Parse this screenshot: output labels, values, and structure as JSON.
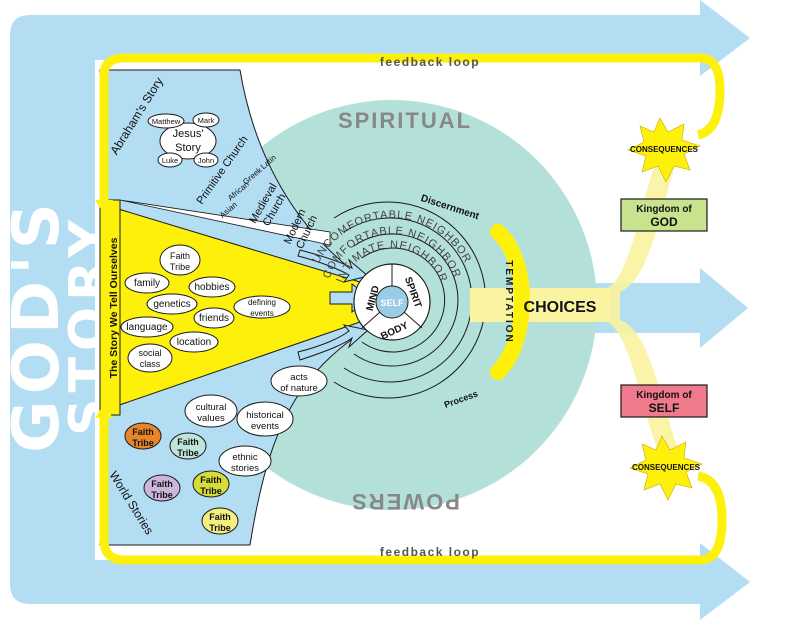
{
  "colors": {
    "blue_band": "#b3ddf3",
    "circle": "#b4e0da",
    "yellow": "#fdf00a",
    "pale_yellow": "#faf3a0",
    "gods_green": "#c7e38d",
    "self_pink": "#f07a8c",
    "orange_tribe": "#e8852a",
    "teal_tribe": "#bfe4dc",
    "purple_tribe": "#cbb7dc",
    "olive_tribe": "#d6dc3a",
    "yellow_tribe": "#f5ee80"
  },
  "left_band": {
    "line1": "GOD'S",
    "line2": "STORY"
  },
  "feedback_top": "feedback loop",
  "feedback_bottom": "feedback loop",
  "spiritual": "SPIRITUAL",
  "powers": "POWERS",
  "story_we_tell": "The Story We Tell Ourselves",
  "abrahams_story": "Abraham's Story",
  "jesus_story": {
    "line1": "Jesus'",
    "line2": "Story",
    "matthew": "Matthew",
    "mark": "Mark",
    "luke": "Luke",
    "john": "John"
  },
  "church_labels": {
    "primitive": "Primitive Church",
    "latin": "Latin",
    "greek": "Greek",
    "african": "African",
    "asian": "Asian",
    "medieval_1": "Medieval",
    "medieval_2": "Church",
    "modern_1": "Modern",
    "modern_2": "Church"
  },
  "self_items": {
    "faith_tribe": "Faith Tribe",
    "family": "family",
    "hobbies": "hobbies",
    "genetics": "genetics",
    "defining_events": "defining events",
    "friends": "friends",
    "language": "language",
    "location": "location",
    "social_class": "social class"
  },
  "world_items": {
    "acts_of_nature": "acts of nature",
    "cultural_values": "cultural values",
    "historical_events": "historical events",
    "ethnic_stories": "ethnic stories",
    "faith_tribe": "Faith Tribe",
    "world_stories": "World Stories"
  },
  "center": {
    "self": "SELF",
    "mind": "MIND",
    "spirit": "SPIRIT",
    "body": "BODY",
    "intimate": "INTIMATE NEIGHBOR",
    "comfortable": "COMFORTABLE NEIGHBOR",
    "uncomfortable": "UNCOMFORTABLE NEIGHBOR",
    "discernment": "Discernment",
    "process": "Process",
    "temptation": "TEMPTATION"
  },
  "choices": "CHOICES",
  "consequences_top": "CONSEQUENCES",
  "consequences_bottom": "CONSEQUENCES",
  "kingdom_god": {
    "line1": "Kingdom of",
    "line2": "GOD"
  },
  "kingdom_self": {
    "line1": "Kingdom of",
    "line2": "SELF"
  }
}
